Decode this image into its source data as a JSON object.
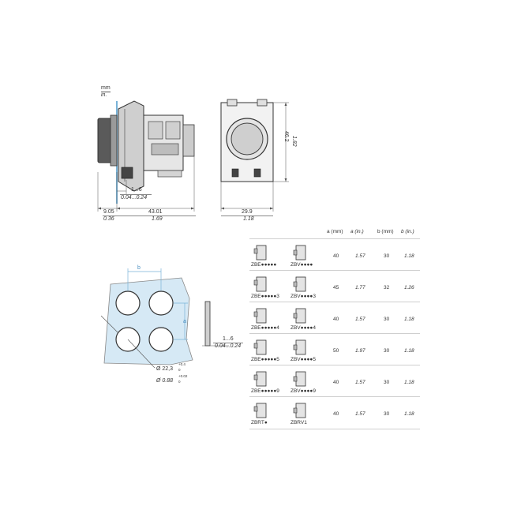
{
  "units": {
    "mm": "mm",
    "in": "in."
  },
  "front_view": {
    "dims": [
      {
        "mm": "1...6",
        "in": "0.04...0.24"
      },
      {
        "mm": "9.05",
        "in": "0.36"
      },
      {
        "mm": "43.01",
        "in": "1.69"
      }
    ]
  },
  "side_view": {
    "width": {
      "mm": "29.9",
      "in": "1.18"
    },
    "height": {
      "mm": "46.2",
      "in": "1.82"
    }
  },
  "cutout": {
    "label_a": "a",
    "label_b": "b",
    "hole_mm": "Ø 22,3",
    "hole_mm_tol_plus": "+0.4",
    "hole_mm_tol_zero": "0",
    "hole_in": "Ø 0.88",
    "hole_in_tol_plus": "+0.02",
    "hole_in_tol_zero": "0",
    "thickness": {
      "mm": "1...6",
      "in": "0.04...0.24"
    }
  },
  "table": {
    "headers": {
      "a_mm": "a (mm)",
      "a_in": "a (in.)",
      "b_mm": "b (mm)",
      "b_in": "b (in.)"
    },
    "rows": [
      {
        "left": "ZBE●●●●●",
        "right": "ZBV●●●●",
        "a_mm": "40",
        "a_in": "1.57",
        "b_mm": "30",
        "b_in": "1.18"
      },
      {
        "left": "ZBE●●●●●3",
        "right": "ZBV●●●●3",
        "a_mm": "45",
        "a_in": "1.77",
        "b_mm": "32",
        "b_in": "1.26"
      },
      {
        "left": "ZBE●●●●●4",
        "right": "ZBV●●●●4",
        "a_mm": "40",
        "a_in": "1.57",
        "b_mm": "30",
        "b_in": "1.18"
      },
      {
        "left": "ZBE●●●●●5",
        "right": "ZBV●●●●5",
        "a_mm": "50",
        "a_in": "1.97",
        "b_mm": "30",
        "b_in": "1.18"
      },
      {
        "left": "ZBE●●●●●9",
        "right": "ZBV●●●●9",
        "a_mm": "40",
        "a_in": "1.57",
        "b_mm": "30",
        "b_in": "1.18"
      },
      {
        "left": "ZBRT●",
        "right": "ZBRV1",
        "a_mm": "40",
        "a_in": "1.57",
        "b_mm": "30",
        "b_in": "1.18"
      }
    ]
  },
  "colors": {
    "accent": "#79b3d8",
    "fill": "#d6e9f5",
    "line": "#555555"
  }
}
